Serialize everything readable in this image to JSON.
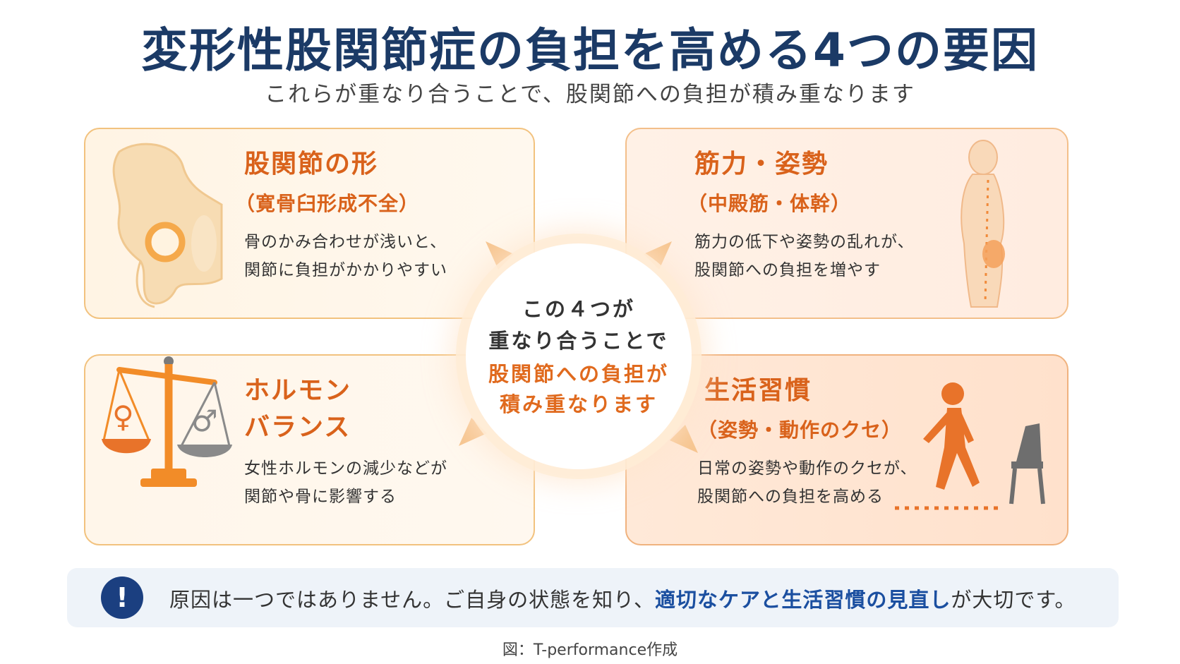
{
  "header": {
    "title": "変形性股関節症の負担を高める4つの要因",
    "subtitle": "これらが重なり合うことで、股関節への負担が積み重なります"
  },
  "cards": {
    "hip_shape": {
      "title": "股関節の形",
      "subtitle": "（寛骨臼形成不全）",
      "desc_line1": "骨のかみ合わせが浅いと、",
      "desc_line2": "関節に負担がかかりやすい"
    },
    "muscle_posture": {
      "title": "筋力・姿勢",
      "subtitle": "（中殿筋・体幹）",
      "desc_line1": "筋力の低下や姿勢の乱れが、",
      "desc_line2": "股関節への負担を増やす"
    },
    "hormone": {
      "title_line1": "ホルモン",
      "title_line2": "バランス",
      "desc_line1": "女性ホルモンの減少などが",
      "desc_line2": "関節や骨に影響する"
    },
    "lifestyle": {
      "title": "生活習慣",
      "subtitle": "（姿勢・動作のクセ）",
      "desc_line1": "日常の姿勢や動作のクセが、",
      "desc_line2": "股関節への負担を高める"
    }
  },
  "center": {
    "line1": "この４つが",
    "line2": "重なり合うことで",
    "line3": "股関節への負担が",
    "line4": "積み重なります"
  },
  "banner": {
    "icon": "!",
    "text_before": "原因は一つではありません。ご自身の状態を知り、",
    "text_highlight": "適切なケアと生活習慣の見直し",
    "text_after": "が大切です。"
  },
  "credit": "図：T-performance作成",
  "icons": {
    "female_symbol": "♀",
    "male_symbol": "♂"
  },
  "colors": {
    "title": "#1b3a66",
    "accent_orange": "#d9621b",
    "banner_bg": "#eef3f9",
    "banner_highlight": "#1b4fa0"
  }
}
